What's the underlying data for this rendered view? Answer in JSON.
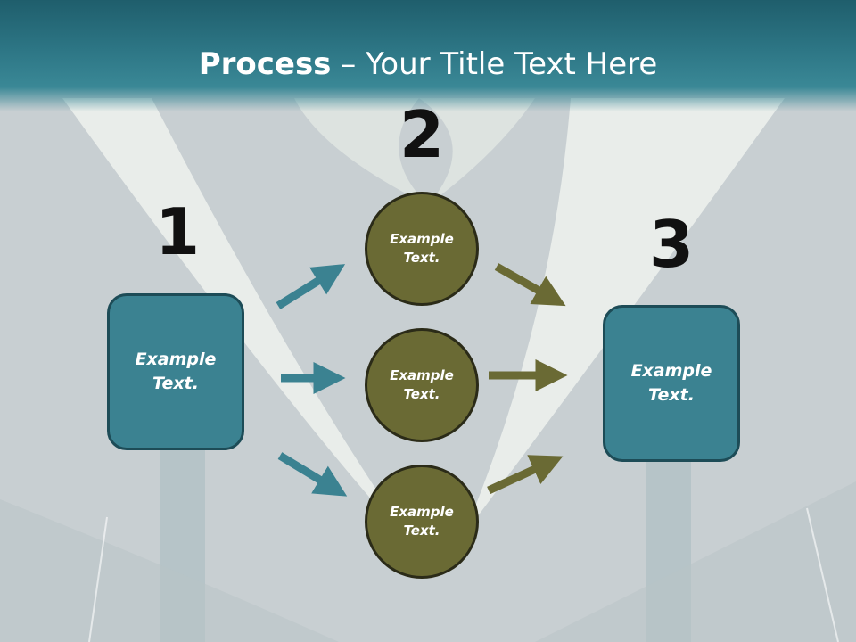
{
  "title": {
    "bold": "Process",
    "rest": " – Your Title Text Here"
  },
  "steps": {
    "one": "1",
    "two": "2",
    "three": "3"
  },
  "boxes": {
    "left": "Example Text.",
    "right": "Example Text."
  },
  "circles": [
    "Example Text.",
    "Example Text.",
    "Example Text."
  ],
  "colors": {
    "header": "#2d7685",
    "box": "#3b8291",
    "circle": "#6a6a34",
    "arrow_teal": "#3b8291",
    "arrow_olive": "#6a6a34"
  }
}
